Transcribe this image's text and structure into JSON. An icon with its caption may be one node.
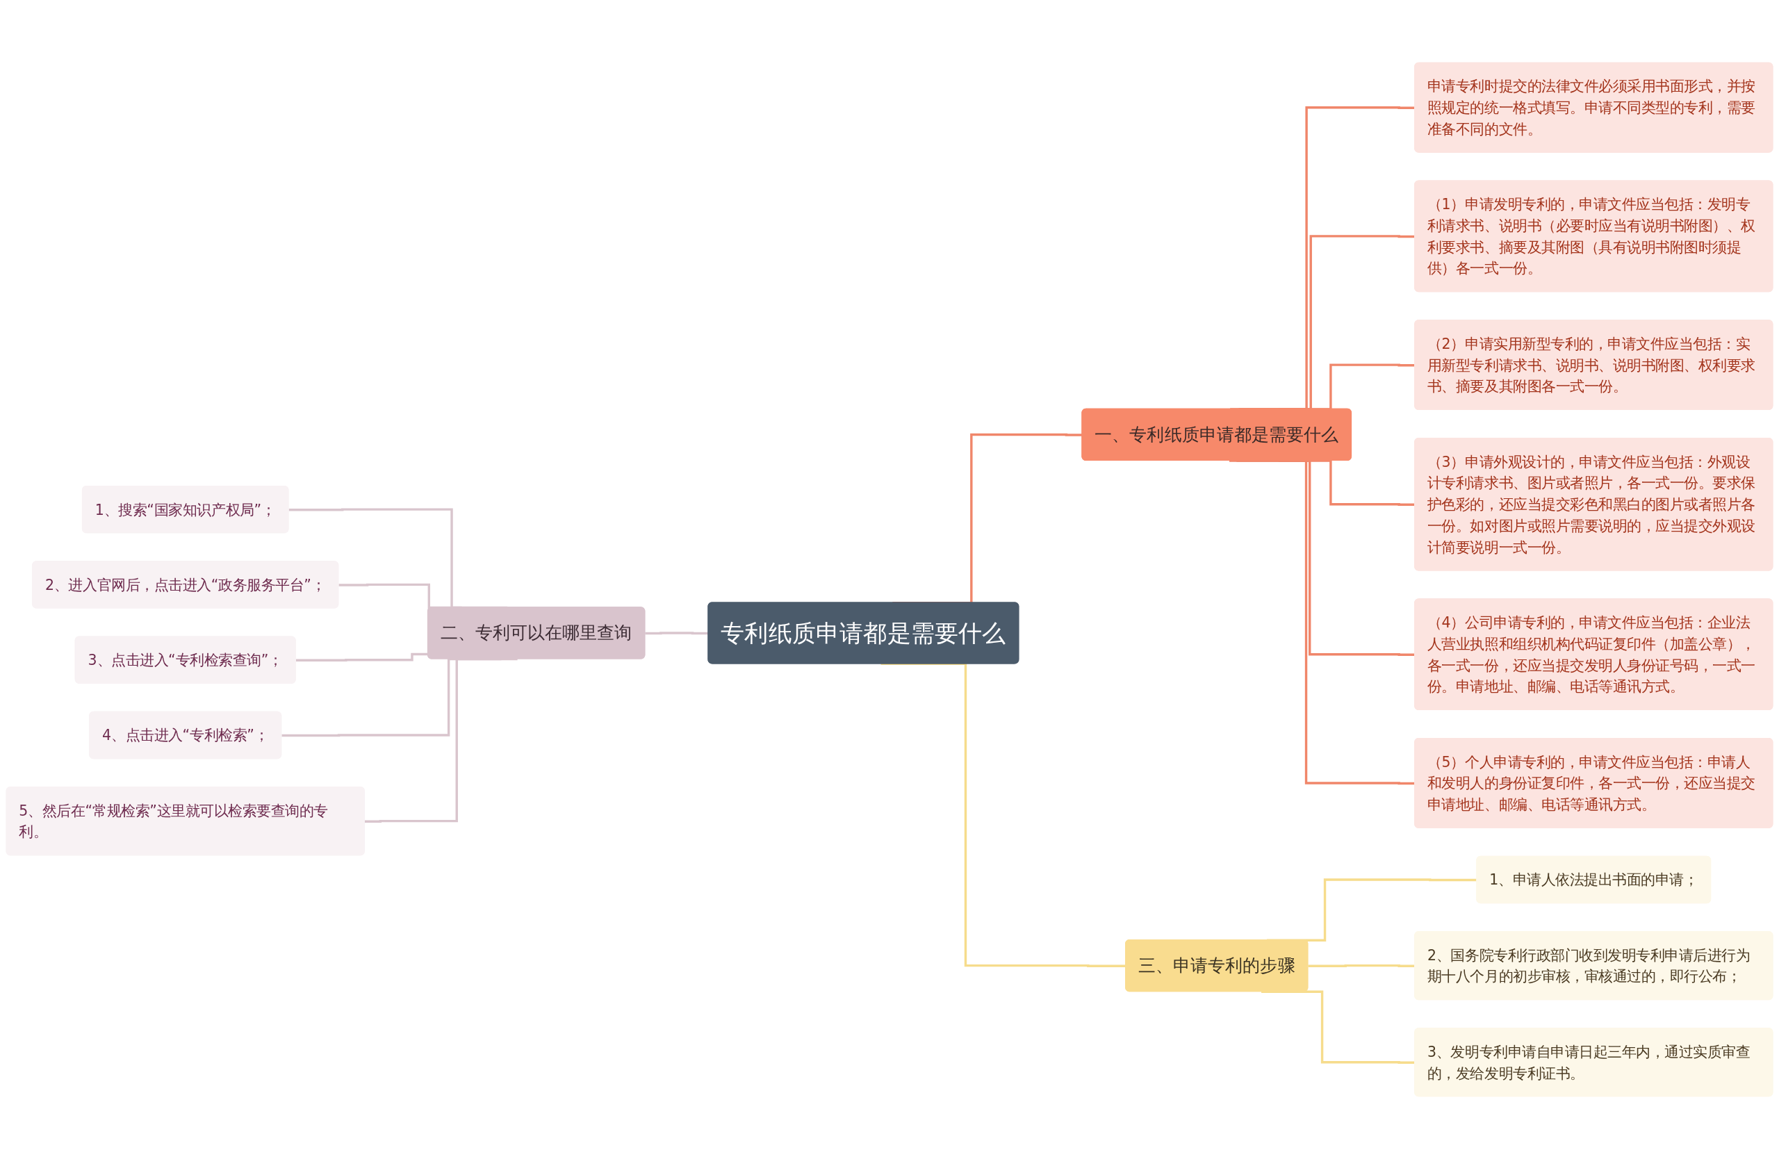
{
  "diagram": {
    "nodes": [
      {
        "text": [
          "专利纸质申请都是需要什么"
        ]
      },
      {
        "text": [
          "一、专利纸质申请都是需要什么"
        ]
      },
      {
        "text": [
          "申请专利时提交的法律文件必须采用书面形式，并按照规定的统一格式填写。申请不同类型的专利，需要准备不同的文件。"
        ]
      },
      {
        "text": [
          "（1）申请发明专利的，申请文件应当包括：发明专利请求书、说明书（必要时应当有说明书附图）、权利要求书、摘要及其附图（具有说明书附图时须提供）各一式一份。"
        ]
      },
      {
        "text": [
          "（2）申请实用新型专利的，申请文件应当包括：实用新型专利请求书、说明书、说明书附图、权利要求书、摘要及其附图各一式一份。"
        ]
      },
      {
        "text": [
          "（3）申请外观设计的，申请文件应当包括：外观设计专利请求书、图片或者照片，各一式一份。要求保护色彩的，还应当提交彩色和黑白的图片或者照片各一份。如对图片或照片需要说明的，应当提交外观设计简要说明一式一份。"
        ]
      },
      {
        "text": [
          "（4）公司申请专利的，申请文件应当包括：企业法人营业执照和组织机构代码证复印件（加盖公章），各一式一份，还应当提交发明人身份证号码，一式一份。申请地址、邮编、电话等通讯方式。"
        ]
      },
      {
        "text": [
          "（5）个人申请专利的，申请文件应当包括：申请人和发明人的身份证复印件，各一式一份，还应当提交申请地址、邮编、电话等通讯方式。"
        ]
      },
      {
        "text": [
          "二、专利可以在哪里查询"
        ]
      },
      {
        "text": [
          "1、搜索“国家知识产权局”；"
        ]
      },
      {
        "text": [
          "2、进入官网后，点击进入“政务服务平台”；"
        ]
      },
      {
        "text": [
          "3、点击进入“专利检索查询”；"
        ]
      },
      {
        "text": [
          "4、点击进入“专利检索”；"
        ]
      },
      {
        "text": [
          "5、然后在“常规检索”这里就可以检索要查询的专利。"
        ]
      },
      {
        "text": [
          "三、申请专利的步骤"
        ]
      },
      {
        "text": [
          "1、申请人依法提出书面的申请；"
        ]
      },
      {
        "text": [
          "2、国务院专利行政部门收到发明专利申请后进行为期十八个月的初步审核，审核通过的，即行公布；"
        ]
      },
      {
        "text": [
          "3、发明专利申请自申请日起三年内，通过实质审查的，发给发明专利证书。"
        ]
      }
    ],
    "edges": [
      {
        "from": 0,
        "to": 1,
        "arrow": "none"
      },
      {
        "from": 1,
        "to": 2,
        "arrow": "none"
      },
      {
        "from": 1,
        "to": 3,
        "arrow": "none"
      },
      {
        "from": 1,
        "to": 4,
        "arrow": "none"
      },
      {
        "from": 1,
        "to": 5,
        "arrow": "none"
      },
      {
        "from": 1,
        "to": 6,
        "arrow": "none"
      },
      {
        "from": 1,
        "to": 7,
        "arrow": "none"
      },
      {
        "from": 8,
        "to": 0,
        "arrow": "none",
        "color": "#d9c5cd"
      },
      {
        "from": 9,
        "to": 8,
        "arrow": "none",
        "color": "#d9c5cd"
      },
      {
        "from": 10,
        "to": 8,
        "arrow": "none",
        "color": "#d9c5cd"
      },
      {
        "from": 11,
        "to": 8,
        "arrow": "none",
        "color": "#d9c5cd"
      },
      {
        "from": 12,
        "to": 8,
        "arrow": "none",
        "color": "#d9c5cd"
      },
      {
        "from": 13,
        "to": 8,
        "arrow": "none",
        "color": "#d9c5cd"
      },
      {
        "from": 0,
        "to": 14,
        "arrow": "none",
        "color": "#f6dc8c"
      },
      {
        "from": 14,
        "to": 15,
        "arrow": "none",
        "color": "#f6dc8c"
      },
      {
        "from": 14,
        "to": 16,
        "arrow": "none",
        "color": "#f6dc8c"
      },
      {
        "from": 14,
        "to": 17,
        "arrow": "none",
        "color": "#f6dc8c"
      }
    ]
  }
}
